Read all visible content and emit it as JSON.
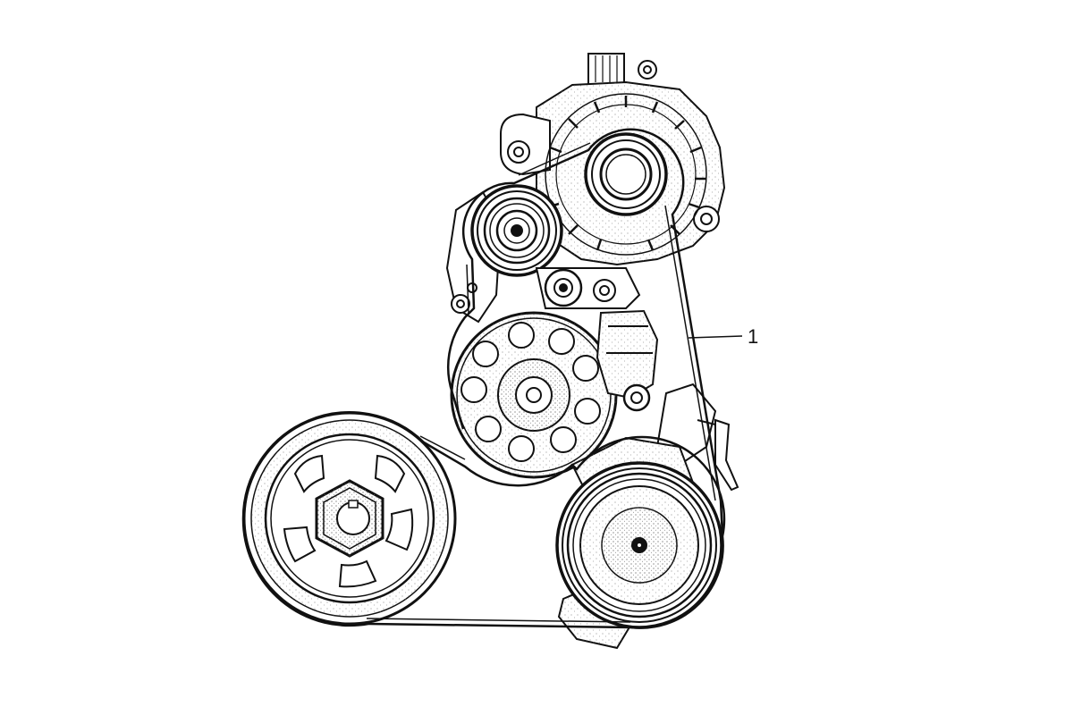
{
  "diagram": {
    "subject": "belt drive",
    "callouts": [
      {
        "label": "1",
        "target": "drive-belt"
      }
    ],
    "colors": {
      "ink": "#111111",
      "paper": "#ffffff",
      "stipple": "#555555"
    }
  }
}
